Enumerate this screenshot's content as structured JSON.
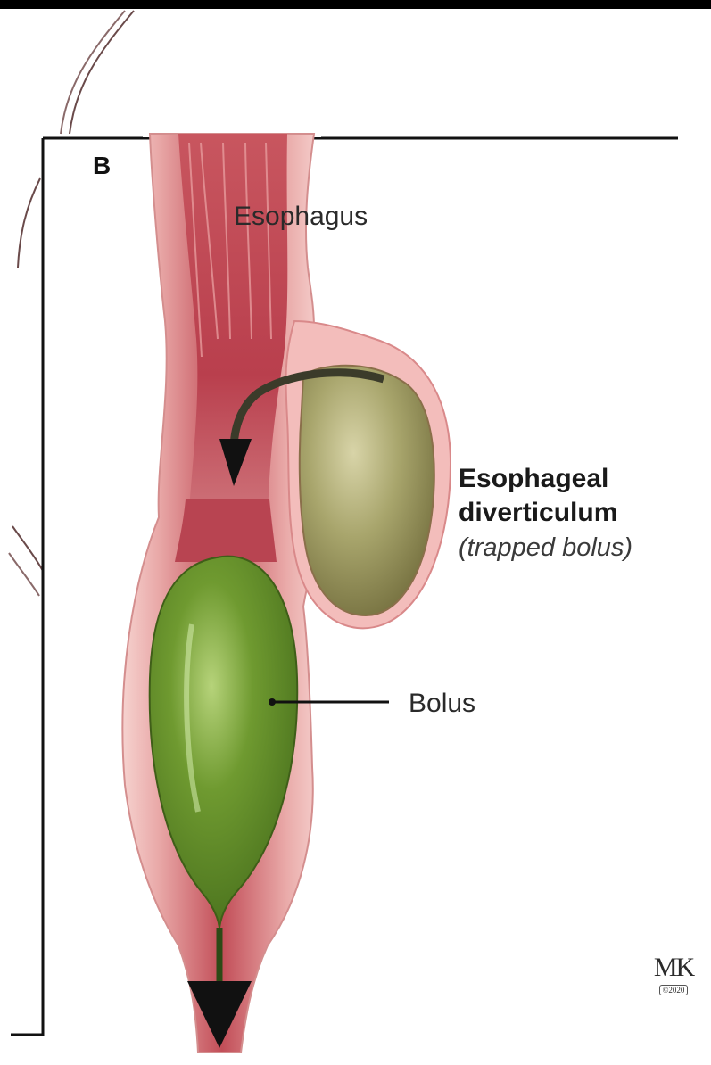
{
  "panel_letter": "B",
  "labels": {
    "esophagus": "Esophagus",
    "diverticulum_line1": "Esophageal",
    "diverticulum_line2": "diverticulum",
    "diverticulum_sub": "(trapped bolus)",
    "bolus": "Bolus"
  },
  "credit": {
    "logo_letters": "MK",
    "year_mark": "©2020"
  },
  "colors": {
    "top_bar": "#000000",
    "frame_line": "#111111",
    "esophagus_wall": "#c2545c",
    "esophagus_lining": "#f3c6c4",
    "pouch_fill": "#9a9a60",
    "bolus_fill": "#5f8a28",
    "arrow": "#111111"
  }
}
